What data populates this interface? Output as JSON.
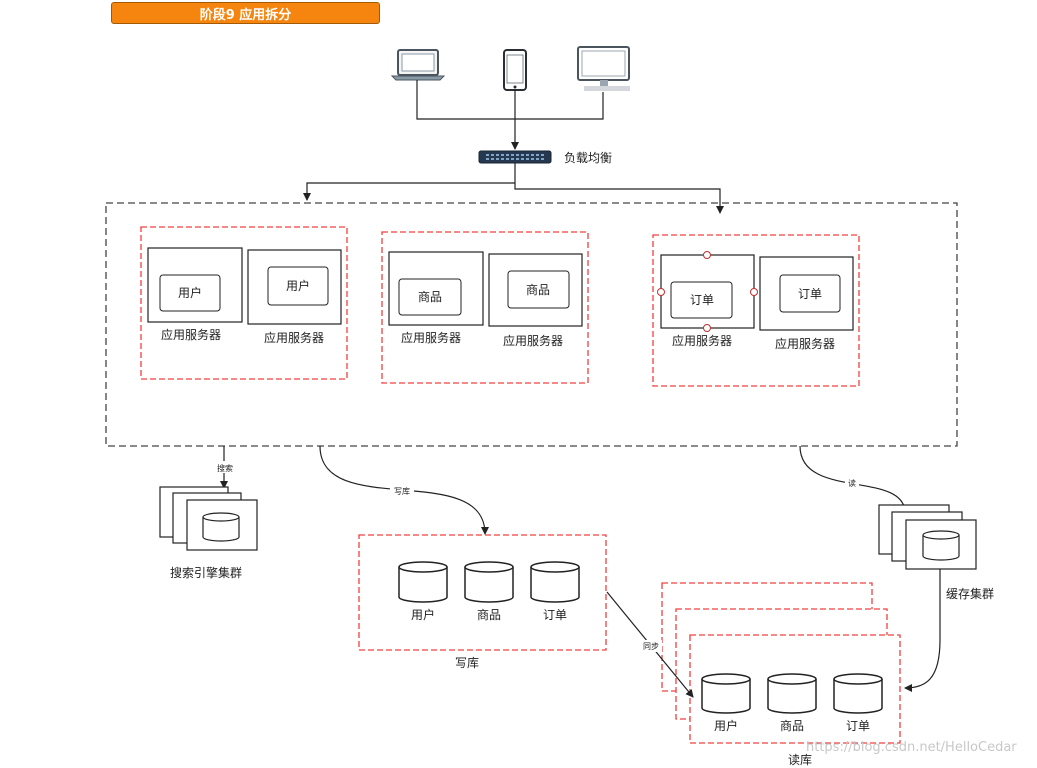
{
  "title": "阶段9 应用拆分",
  "clients": {
    "laptop_icon": "laptop-icon",
    "phone_icon": "phone-icon",
    "desktop_icon": "desktop-icon"
  },
  "load_balancer": {
    "label": "负载均衡",
    "icon": "switch-icon"
  },
  "app_groups": [
    {
      "service": "用户",
      "servers": [
        "应用服务器",
        "应用服务器"
      ]
    },
    {
      "service": "商品",
      "servers": [
        "应用服务器",
        "应用服务器"
      ]
    },
    {
      "service": "订单",
      "servers": [
        "应用服务器",
        "应用服务器"
      ]
    }
  ],
  "edges": {
    "search": "搜索",
    "write": "写库",
    "read": "读",
    "sync": "同步"
  },
  "search_cluster": {
    "label": "搜索引擎集群"
  },
  "cache_cluster": {
    "label": "缓存集群"
  },
  "write_db": {
    "label": "写库",
    "dbs": [
      "用户",
      "商品",
      "订单"
    ]
  },
  "read_db": {
    "label": "读库",
    "dbs": [
      "用户",
      "商品",
      "订单"
    ]
  },
  "watermark": "https://blog.csdn.net/HelloCedar",
  "colors": {
    "title_bg": "#f6850f",
    "dashed_red": "#f04040",
    "dashed_gray": "#555555"
  }
}
